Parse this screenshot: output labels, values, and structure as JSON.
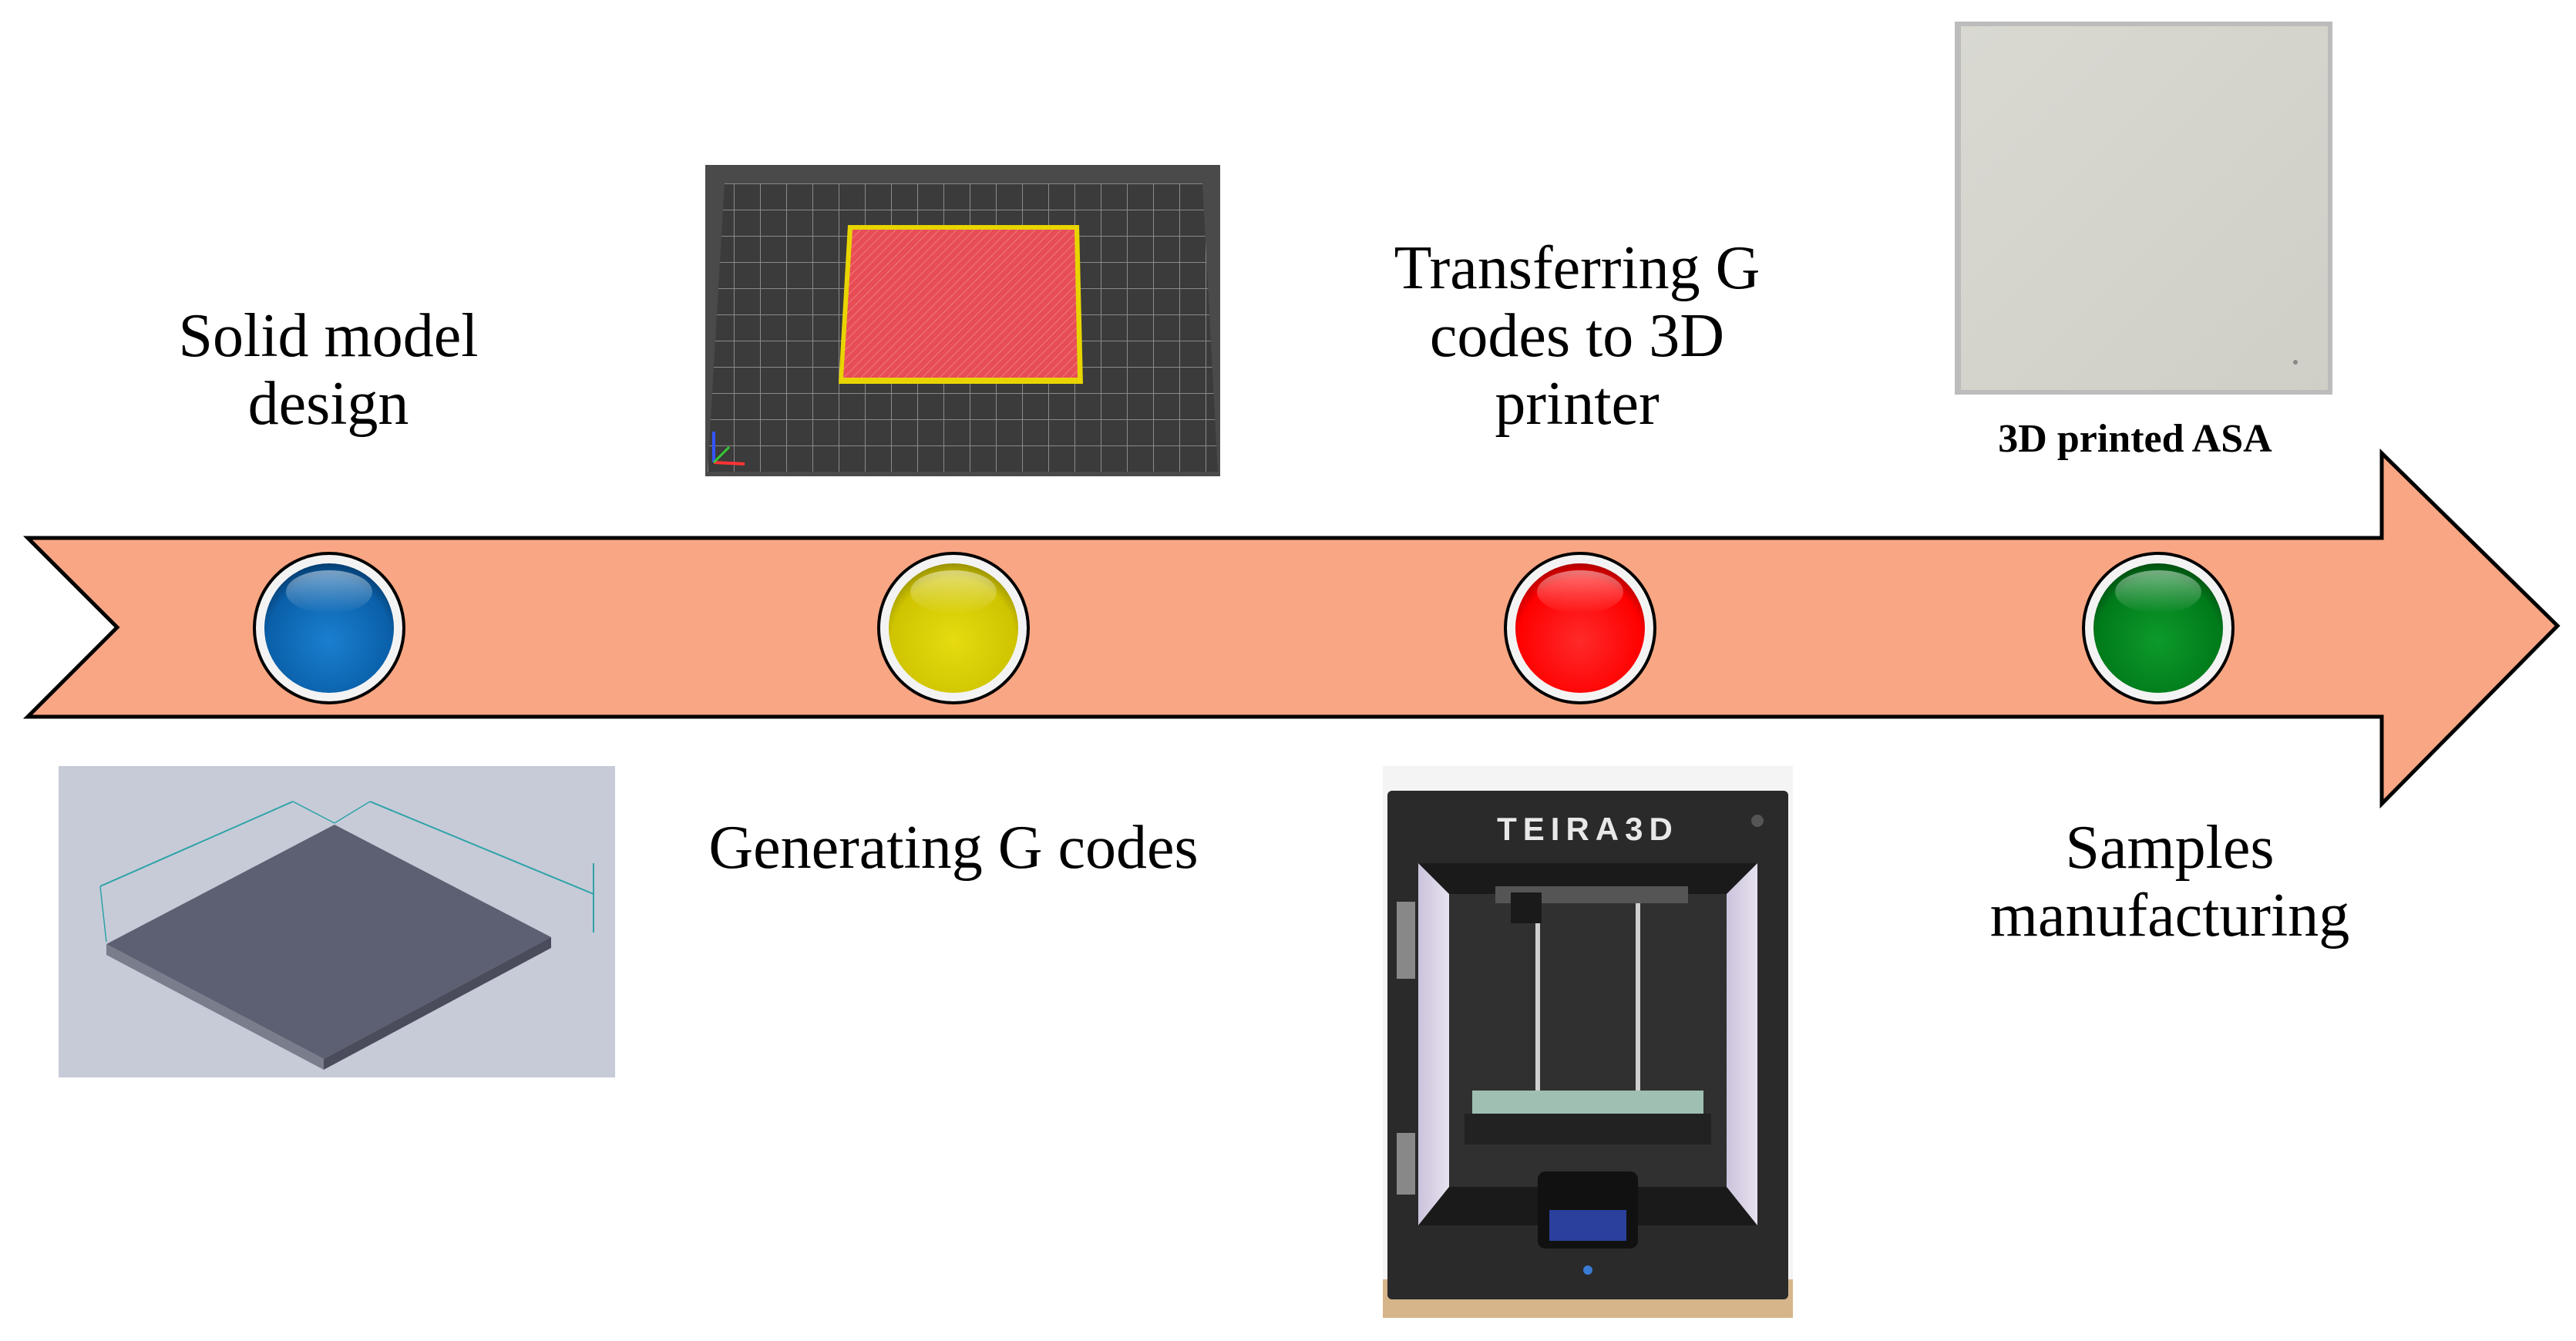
{
  "steps": [
    {
      "label_lines": [
        "Solid model",
        "design"
      ],
      "marker_color": "#0a5fa8",
      "image": "cad-model-render"
    },
    {
      "label_lines": [
        "Generating G codes"
      ],
      "marker_color": "#cfc400",
      "image": "slicer-gcode-preview"
    },
    {
      "label_lines": [
        "Transferring G",
        "codes to 3D",
        "printer"
      ],
      "marker_color": "#ff0000",
      "image": "3d-printer-photo",
      "printer_brand": "TEIRA3D"
    },
    {
      "label_lines": [
        "Samples",
        "manufacturing"
      ],
      "marker_color": "#007a1a",
      "image": "printed-sample-photo",
      "image_caption": "3D printed ASA"
    }
  ],
  "colors": {
    "arrow_fill": "#f8a683",
    "arrow_stroke": "#000000",
    "build_plate_grid": "#3b3b3b",
    "sample_fill": "#e84d55",
    "sample_border": "#e8d500",
    "cad_background": "#c7cbd8",
    "cad_plate": "#5d6072",
    "printer_frame": "#2a2a2a",
    "printed_sample": "#d7d7cf"
  }
}
